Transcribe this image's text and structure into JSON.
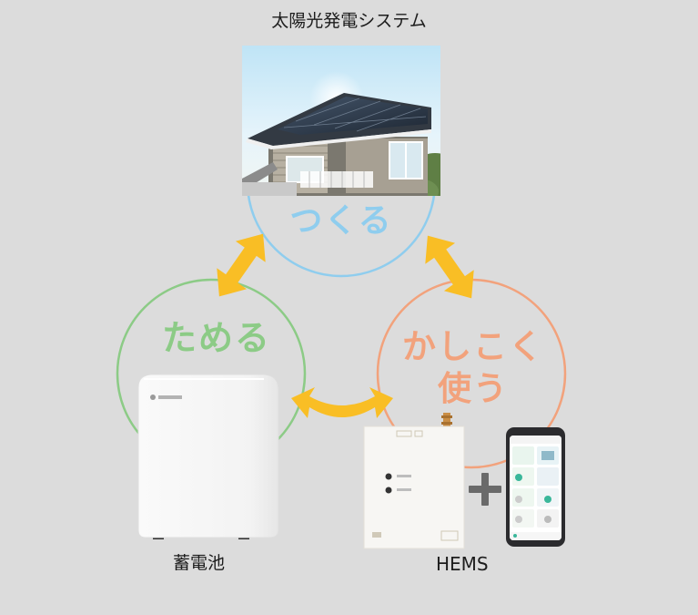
{
  "title": "太陽光発電システム",
  "cycle": {
    "create": "つくる",
    "store": "ためる",
    "use_line1": "かしこく",
    "use_line2": "使う"
  },
  "devices": {
    "battery": "蓄電池",
    "hems": "HEMS"
  },
  "colors": {
    "background": "#dcdcdc",
    "create_circle": "#8fcdee",
    "store_circle": "#8ccb86",
    "use_circle": "#f2a27c",
    "arrows": "#f9be25",
    "plus": "#6a6a6a"
  },
  "icons": [
    "double-arrow-icon",
    "plus-icon"
  ]
}
